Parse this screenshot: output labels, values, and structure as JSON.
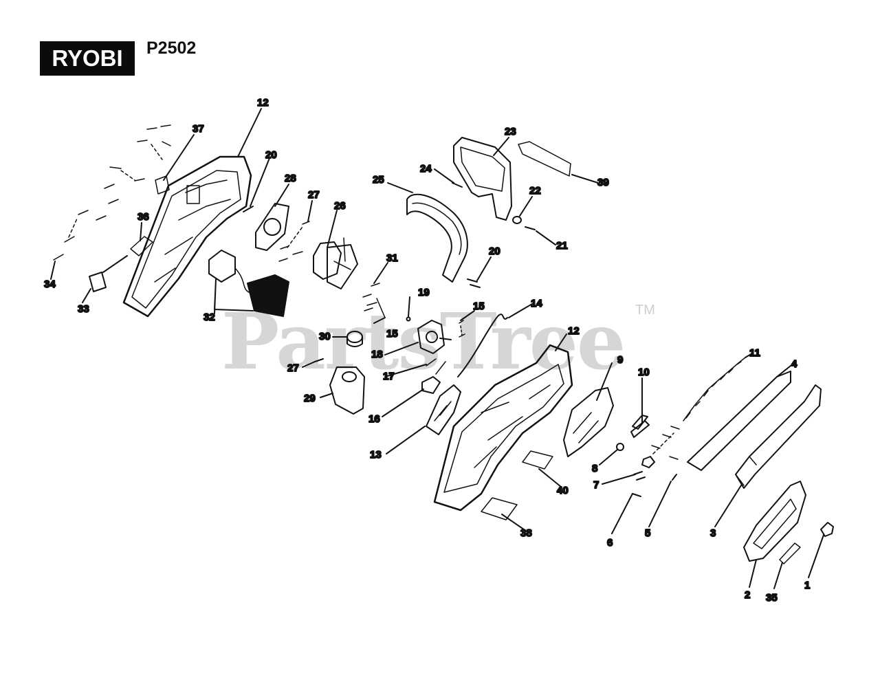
{
  "brand": {
    "logo_text": "RYOBI",
    "model": "P2502"
  },
  "watermark": {
    "text": "PartsTree",
    "trademark": "TM"
  },
  "colors": {
    "line": "#111111",
    "watermark": "#cfcfcf",
    "logo_bg": "#0b0b0b"
  },
  "callouts": [
    "1",
    "2",
    "3",
    "4",
    "5",
    "6",
    "7",
    "8",
    "9",
    "10",
    "11",
    "12",
    "12",
    "13",
    "14",
    "15",
    "15",
    "16",
    "17",
    "18",
    "19",
    "20",
    "20",
    "21",
    "22",
    "23",
    "24",
    "25",
    "26",
    "27",
    "27",
    "28",
    "29",
    "30",
    "31",
    "32",
    "33",
    "34",
    "35",
    "36",
    "37",
    "38",
    "39",
    "40"
  ]
}
